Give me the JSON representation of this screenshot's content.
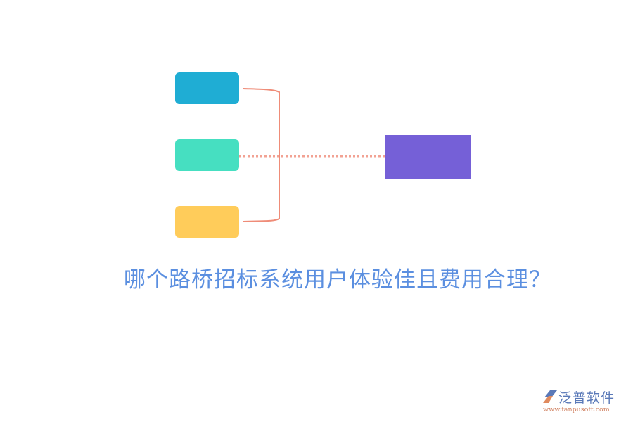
{
  "diagram": {
    "source_boxes": [
      {
        "label": "",
        "color": "#1fadd4"
      },
      {
        "label": "",
        "color": "#46dfc1"
      },
      {
        "label": "",
        "color": "#ffcc5a"
      }
    ],
    "target_box": {
      "label": "",
      "color": "#7560d7"
    },
    "connector_color": "#ef8c78"
  },
  "title": "哪个路桥招标系统用户体验佳且费用合理？",
  "logo": {
    "name": "泛普软件",
    "url": "www.fanpusoft.com"
  }
}
